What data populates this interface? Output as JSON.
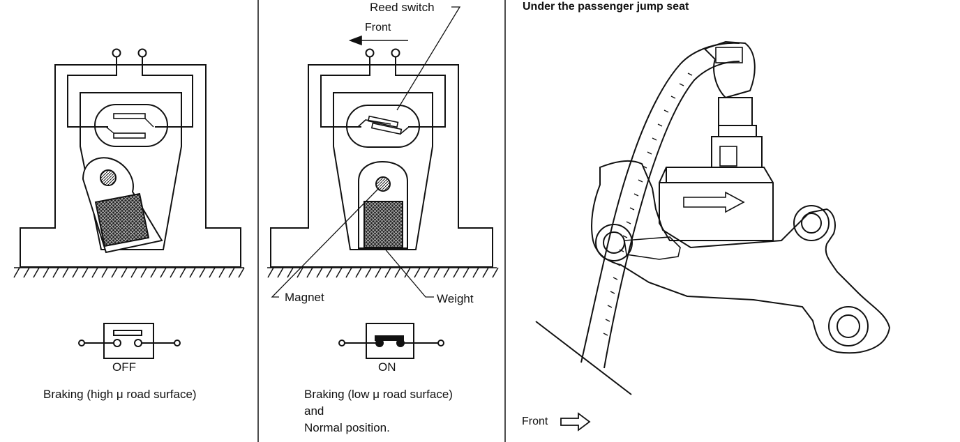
{
  "panel_left": {
    "state_label": "OFF",
    "caption": "Braking (high μ road surface)"
  },
  "panel_middle": {
    "callout_reed_switch": "Reed switch",
    "front_label": "Front",
    "callout_magnet": "Magnet",
    "callout_weight": "Weight",
    "state_label": "ON",
    "caption_line1": "Braking (low μ road surface)",
    "caption_line2": "and",
    "caption_line3": "Normal position."
  },
  "panel_right": {
    "title": "Under the passenger jump seat",
    "front_label": "Front"
  },
  "colors": {
    "ink": "#111111",
    "paper": "#ffffff"
  }
}
